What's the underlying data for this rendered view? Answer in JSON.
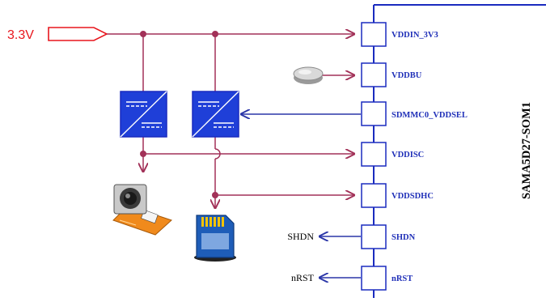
{
  "supply": {
    "label": "3.3V"
  },
  "chip": {
    "name": "SAMA5D27-SOM1"
  },
  "pins": [
    {
      "label": "VDDIN_3V3"
    },
    {
      "label": "VDDBU"
    },
    {
      "label": "SDMMC0_VDDSEL"
    },
    {
      "label": "VDDISC"
    },
    {
      "label": "VDDSDHC"
    },
    {
      "label": "SHDN"
    },
    {
      "label": "nRST"
    }
  ],
  "signals": {
    "shdn": "SHDN",
    "nrst": "nRST"
  },
  "colors": {
    "power_line": "#a23158",
    "signal_line": "#2b36a8",
    "supply_text": "#e8161d",
    "pin_text": "#1f2fb8",
    "chip_border": "#1a2bbf",
    "regulator_fill": "#1f3fd8"
  },
  "icons": {
    "coin_cell": "coin-cell-battery-icon",
    "regulator": "voltage-regulator-icon",
    "camera": "camera-module-icon",
    "sd_card": "sd-card-icon"
  }
}
